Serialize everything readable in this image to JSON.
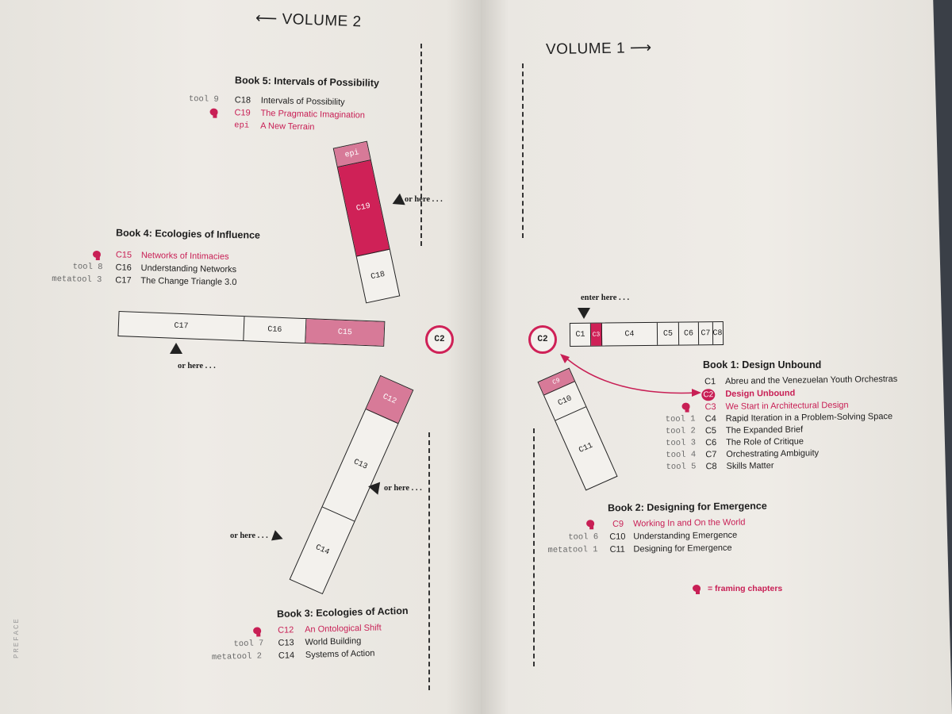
{
  "volumes": {
    "vol2": "VOLUME 2",
    "vol1": "VOLUME 1"
  },
  "colors": {
    "accent": "#cf2157",
    "ink": "#222222"
  },
  "books": {
    "b5": {
      "title": "Book 5: Intervals of Possibility",
      "rows": [
        {
          "tool": "tool 9",
          "ch": "C18",
          "name": "Intervals of Possibility",
          "framing": false
        },
        {
          "tool": "",
          "ch": "C19",
          "name": "The Pragmatic Imagination",
          "framing": true
        },
        {
          "tool": "",
          "ch": "epi",
          "name": "A New Terrain",
          "framing": false,
          "pink": true
        }
      ]
    },
    "b4": {
      "title": "Book 4: Ecologies of Influence",
      "rows": [
        {
          "tool": "",
          "ch": "C15",
          "name": "Networks of Intimacies",
          "framing": true
        },
        {
          "tool": "tool 8",
          "ch": "C16",
          "name": "Understanding Networks",
          "framing": false
        },
        {
          "tool": "metatool 3",
          "ch": "C17",
          "name": "The Change Triangle 3.0",
          "framing": false
        }
      ]
    },
    "b3": {
      "title": "Book 3: Ecologies of Action",
      "rows": [
        {
          "tool": "",
          "ch": "C12",
          "name": "An Ontological Shift",
          "framing": true
        },
        {
          "tool": "tool 7",
          "ch": "C13",
          "name": "World Building",
          "framing": false
        },
        {
          "tool": "metatool 2",
          "ch": "C14",
          "name": "Systems of Action",
          "framing": false
        }
      ]
    },
    "b1": {
      "title": "Book 1: Design Unbound",
      "rows": [
        {
          "tool": "",
          "ch": "C1",
          "name": "Abreu and the Venezuelan Youth Orchestras",
          "framing": false
        },
        {
          "tool": "",
          "ch": "C2",
          "name": "Design Unbound",
          "framing": false,
          "circled": true
        },
        {
          "tool": "",
          "ch": "C3",
          "name": "We Start in Architectural Design",
          "framing": true
        },
        {
          "tool": "tool 1",
          "ch": "C4",
          "name": "Rapid Iteration in a Problem-Solving Space",
          "framing": false
        },
        {
          "tool": "tool 2",
          "ch": "C5",
          "name": "The Expanded Brief",
          "framing": false
        },
        {
          "tool": "tool 3",
          "ch": "C6",
          "name": "The Role of Critique",
          "framing": false
        },
        {
          "tool": "tool 4",
          "ch": "C7",
          "name": "Orchestrating Ambiguity",
          "framing": false
        },
        {
          "tool": "tool 5",
          "ch": "C8",
          "name": "Skills Matter",
          "framing": false
        }
      ]
    },
    "b2": {
      "title": "Book 2: Designing for Emergence",
      "rows": [
        {
          "tool": "",
          "ch": "C9",
          "name": "Working In and On the World",
          "framing": true
        },
        {
          "tool": "tool 6",
          "ch": "C10",
          "name": "Understanding Emergence",
          "framing": false
        },
        {
          "tool": "metatool 1",
          "ch": "C11",
          "name": "Designing for Emergence",
          "framing": false
        }
      ]
    }
  },
  "bars": {
    "book5": [
      "epi",
      "C19",
      "C18"
    ],
    "book4": [
      "C17",
      "C16",
      "C15"
    ],
    "book3": [
      "C12",
      "C13",
      "C14"
    ],
    "book1": [
      "C1",
      "C3",
      "C4",
      "C5",
      "C6",
      "C7",
      "C8"
    ],
    "book2": [
      "C9",
      "C10",
      "C11"
    ]
  },
  "hub": {
    "left": "C2",
    "right": "C2"
  },
  "notes": {
    "enter": "enter here . . .",
    "orhere": "or here . . .",
    "orhere_b5": "or here . . .",
    "orhere_b13": "or here . . .",
    "orhere_b14": "or here . . ."
  },
  "legend": "= framing chapters",
  "margin_label": "PREFACE"
}
